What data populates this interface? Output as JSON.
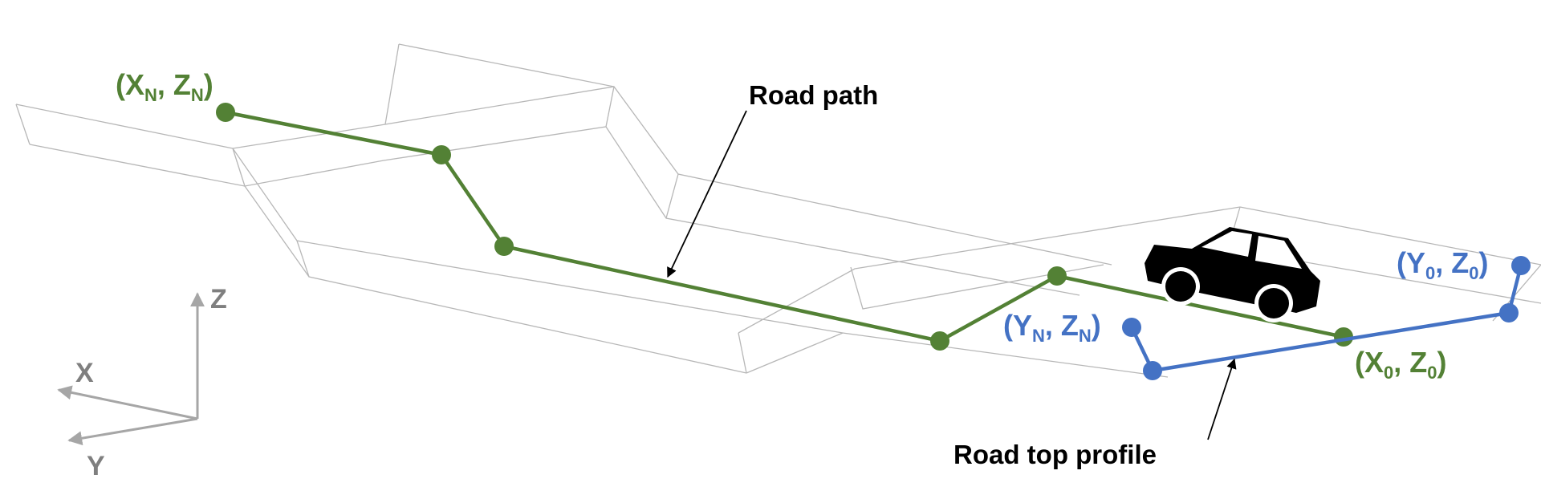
{
  "labels": {
    "road_path": "Road path",
    "road_top_profile": "Road top profile"
  },
  "green_labels": {
    "start": {
      "open": "(X",
      "sub_x": "N",
      "mid": ", Z",
      "sub_z": "N",
      "close": ")"
    },
    "end": {
      "open": "(X",
      "sub_x": "0",
      "mid": ", Z",
      "sub_z": "0",
      "close": ")"
    }
  },
  "blue_labels": {
    "start": {
      "open": "(Y",
      "sub_y": "N",
      "mid": ", Z",
      "sub_z": "N",
      "close": ")"
    },
    "end": {
      "open": "(Y",
      "sub_y": "0",
      "mid": ", Z",
      "sub_z": "0",
      "close": ")"
    }
  },
  "axes": {
    "x": "X",
    "y": "Y",
    "z": "Z"
  },
  "colors": {
    "road_path": "#538135",
    "top_profile": "#4472C4",
    "wireframe": "#b7b7b7",
    "axes": "#a6a6a6",
    "axis_label": "#7f7f7f",
    "car": "#000000",
    "annotation": "#000000"
  },
  "icons": {
    "car": "car-icon"
  }
}
